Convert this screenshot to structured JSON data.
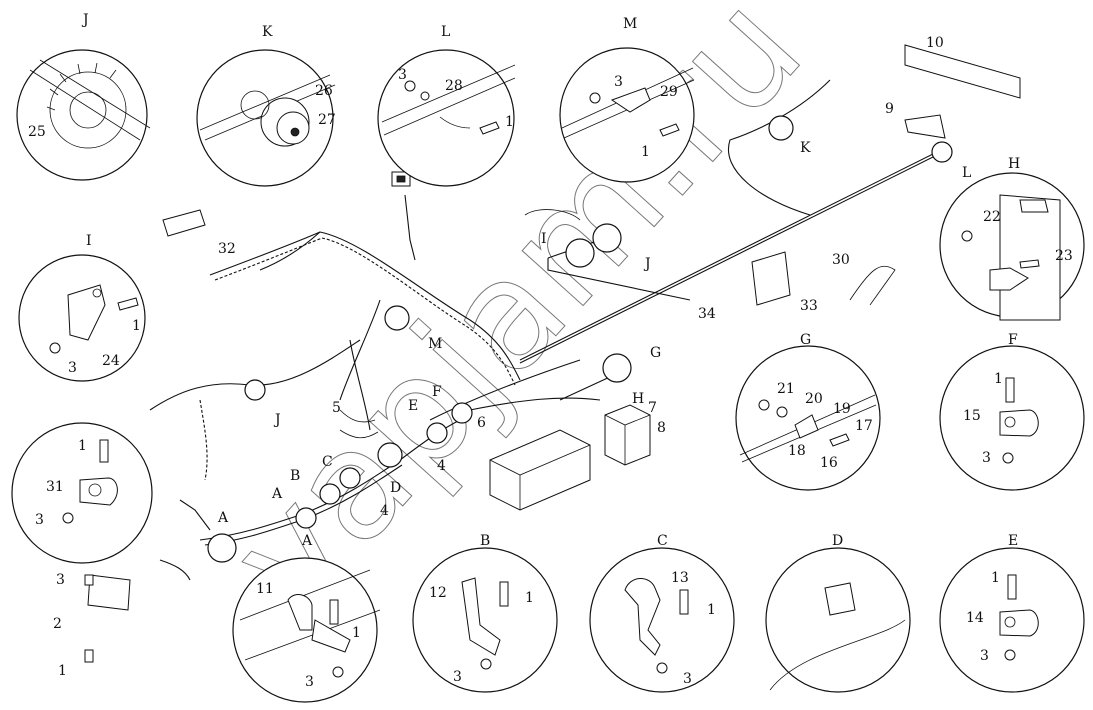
{
  "watermark": "vapjam.ru",
  "corner_mark": "",
  "detail_letters": {
    "J": "J",
    "K": "K",
    "L": "L",
    "M": "M",
    "H": "H",
    "I": "I",
    "A": "A",
    "B": "B",
    "C": "C",
    "D": "D",
    "E": "E",
    "F": "F",
    "G": "G"
  },
  "part_numbers": {
    "p1": "1",
    "p2": "2",
    "p3": "3",
    "p4": "4",
    "p5": "5",
    "p6": "6",
    "p7": "7",
    "p8": "8",
    "p9": "9",
    "p10": "10",
    "p11": "11",
    "p12": "12",
    "p13": "13",
    "p14": "14",
    "p15": "15",
    "p16": "16",
    "p17": "17",
    "p18": "18",
    "p19": "19",
    "p20": "20",
    "p21": "21",
    "p22": "22",
    "p23": "23",
    "p24": "24",
    "p25": "25",
    "p26": "26",
    "p27": "27",
    "p28": "28",
    "p29": "29",
    "p30": "30",
    "p31": "31",
    "p32": "32",
    "p33": "33",
    "p34": "34"
  },
  "component_label_d": "",
  "colors": {
    "line": "#111111",
    "background": "#ffffff"
  }
}
